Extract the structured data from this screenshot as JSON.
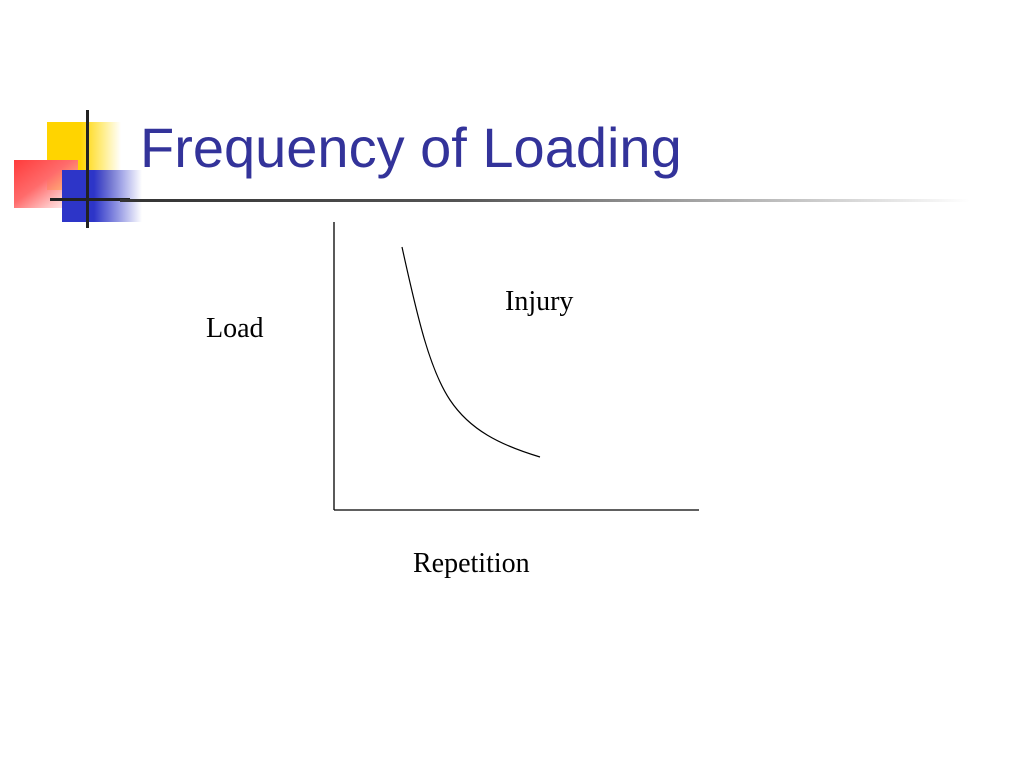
{
  "slide": {
    "title": "Frequency of Loading"
  },
  "diagram": {
    "y_axis_label": "Load",
    "x_axis_label": "Repetition",
    "region_label": "Injury",
    "curve_color": "#000000"
  },
  "colors": {
    "title": "#33339a",
    "accent_yellow": "#ffd400",
    "accent_red": "#ff3b3b",
    "accent_blue": "#2d35c8"
  }
}
